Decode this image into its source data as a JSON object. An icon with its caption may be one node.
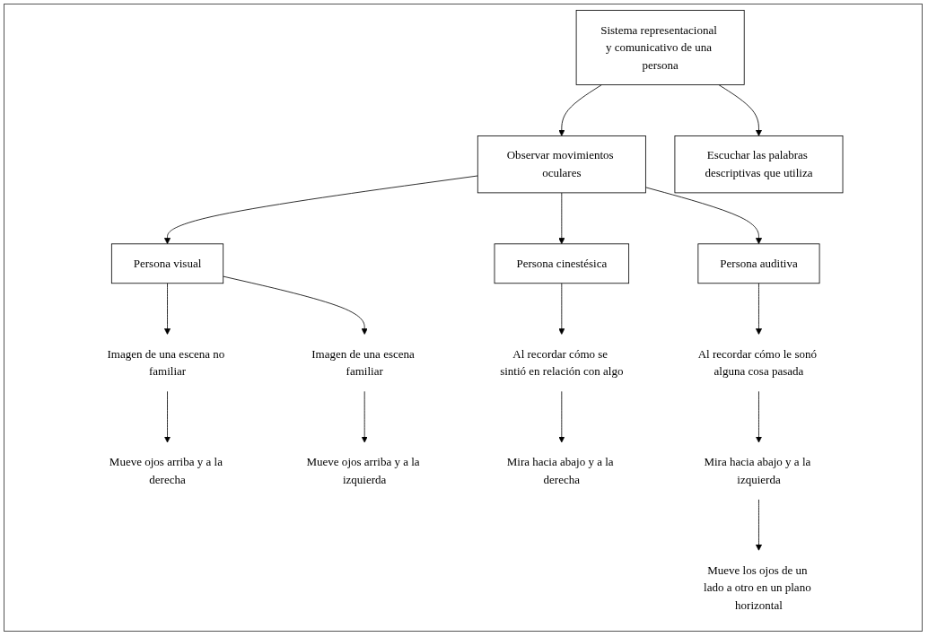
{
  "diagram": {
    "nodes": [
      {
        "text": [
          "Sistema representacional y comunicativo de una persona"
        ]
      },
      {
        "text": [
          "Observar movimientos oculares"
        ]
      },
      {
        "text": [
          "Escuchar las palabras descriptivas que utiliza"
        ]
      },
      {
        "text": [
          "Persona visual"
        ]
      },
      {
        "text": [
          "Imagen de una escena no familiar"
        ]
      },
      {
        "text": [
          "Mueve ojos arriba y a la derecha"
        ]
      },
      {
        "text": [
          "Imagen de una escena familiar"
        ]
      },
      {
        "text": [
          "Mueve ojos arriba y a la izquierda"
        ]
      },
      {
        "text": [
          "Persona cinestésica"
        ]
      },
      {
        "text": [
          "Al recordar cómo se sintió en relación con algo"
        ]
      },
      {
        "text": [
          "Mira hacia abajo y a la derecha"
        ]
      },
      {
        "text": [
          "Persona auditiva"
        ]
      },
      {
        "text": [
          "Al recordar cómo le sonó alguna cosa pasada"
        ]
      },
      {
        "text": [
          "Mira hacia abajo y a la izquierda"
        ]
      },
      {
        "text": [
          "Mueve los ojos de un lado a otro en un plano horizontal"
        ]
      }
    ],
    "edges": [
      {
        "from": 0,
        "to": 1,
        "arrow": "to"
      },
      {
        "from": 0,
        "to": 2,
        "arrow": "to"
      },
      {
        "from": 1,
        "to": 3,
        "arrow": "to"
      },
      {
        "from": 1,
        "to": 8,
        "arrow": "to"
      },
      {
        "from": 1,
        "to": 11,
        "arrow": "to"
      },
      {
        "from": 3,
        "to": 4,
        "arrow": "to"
      },
      {
        "from": 3,
        "to": 6,
        "arrow": "to"
      },
      {
        "from": 4,
        "to": 5,
        "arrow": "to"
      },
      {
        "from": 6,
        "to": 7,
        "arrow": "to"
      },
      {
        "from": 8,
        "to": 9,
        "arrow": "to"
      },
      {
        "from": 9,
        "to": 10,
        "arrow": "to"
      },
      {
        "from": 11,
        "to": 12,
        "arrow": "to"
      },
      {
        "from": 12,
        "to": 13,
        "arrow": "to"
      },
      {
        "from": 13,
        "to": 14,
        "arrow": "to"
      }
    ]
  }
}
